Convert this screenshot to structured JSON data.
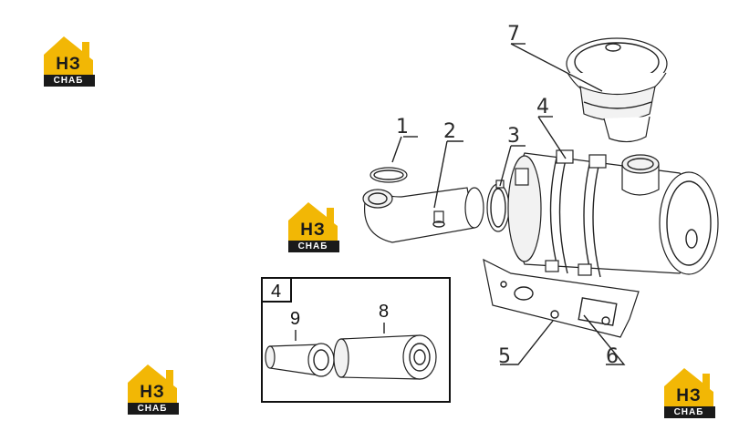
{
  "logo": {
    "letters": "НЗ",
    "subtitle": "СНАБ",
    "accent": "#f2b705",
    "dark": "#1a1a1a"
  },
  "callouts": [
    "1",
    "2",
    "3",
    "4",
    "5",
    "6",
    "7"
  ],
  "inset": {
    "title": "4",
    "items": [
      "9",
      "8"
    ]
  }
}
